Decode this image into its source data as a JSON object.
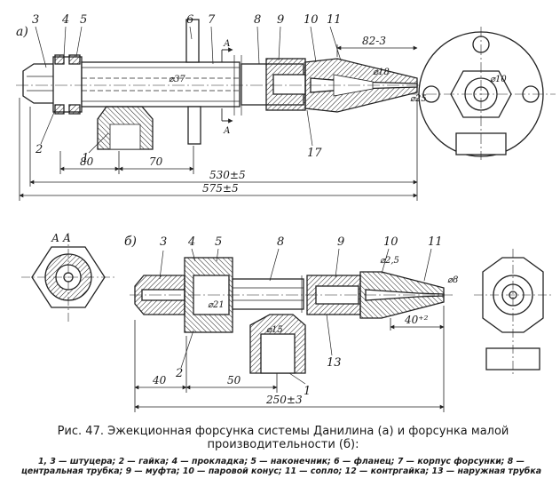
{
  "figure": {
    "view_a_letter": "а)",
    "view_b_letter": "б)",
    "section_label": "А  А",
    "section_marks": [
      "А",
      "А"
    ],
    "parts_a": [
      "3",
      "4",
      "5",
      "6",
      "7",
      "8",
      "9",
      "10",
      "11",
      "2",
      "1",
      "17"
    ],
    "parts_b": [
      "3",
      "4",
      "5",
      "8",
      "9",
      "10",
      "11",
      "2",
      "13",
      "1"
    ],
    "dims_a": [
      "80",
      "70",
      "530±5",
      "575±5",
      "82-3",
      "⌀18",
      "⌀10",
      "⌀25",
      "⌀37"
    ],
    "dims_b": [
      "40",
      "50",
      "250±3",
      "40⁺²",
      "⌀8",
      "⌀15",
      "⌀21",
      "⌀2,5"
    ],
    "caption": "Рис. 47. Эжекционная форсунка системы Данилина (а) и форсунка малой производительности (б):",
    "legend": "1, 3 — штуцера; 2 — гайка; 4 — прокладка; 5 — наконечник; 6 — фланец; 7 — корпус форсунки; 8 — центральная трубка; 9 — муфта; 10 — паровой конус; 11 — сопло; 12 — контргайка; 13 — наружная трубка"
  }
}
